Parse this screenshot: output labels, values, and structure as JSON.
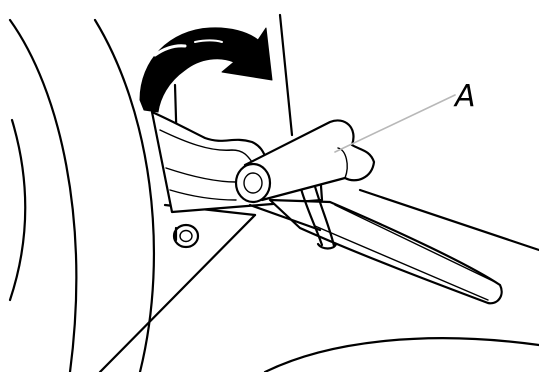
{
  "diagram": {
    "callouts": [
      {
        "label": "A"
      }
    ],
    "icons": {
      "rotation_arrow": "curved-arrow-icon",
      "handle": "handle-part",
      "lid": "lid-part"
    },
    "colors": {
      "line": "#000000",
      "leader": "#b8b8b8",
      "background": "#ffffff"
    }
  }
}
